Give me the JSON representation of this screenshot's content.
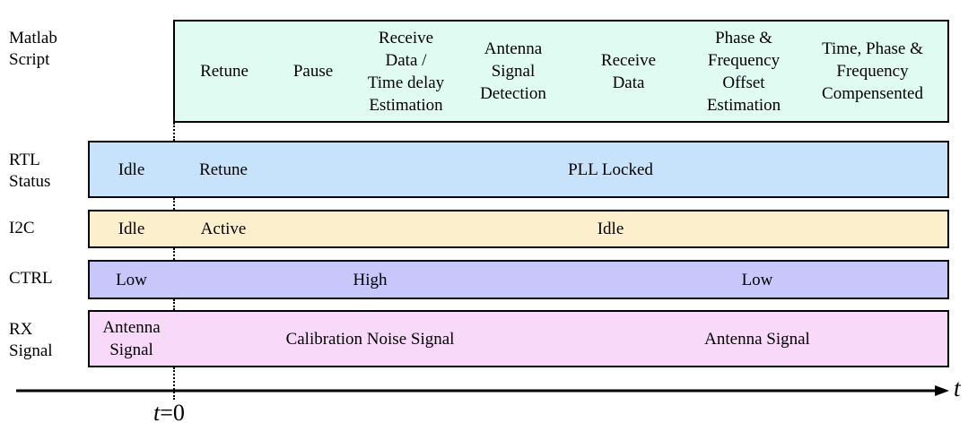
{
  "rows": {
    "matlab": {
      "label_line1": "Matlab",
      "label_line2": "Script"
    },
    "rtl": {
      "label_line1": "RTL",
      "label_line2": "Status"
    },
    "i2c": {
      "label": "I2C"
    },
    "ctrl": {
      "label": "CTRL"
    },
    "rx": {
      "label_line1": "RX",
      "label_line2": "Signal"
    }
  },
  "matlab_cells": [
    [
      "Retune"
    ],
    [
      "Pause"
    ],
    [
      "Receive",
      "Data /",
      "Time delay",
      "Estimation"
    ],
    [
      "Antenna",
      "Signal",
      "Detection"
    ],
    [
      "Receive",
      "Data"
    ],
    [
      "Phase &",
      "Frequency",
      "Offset",
      "Estimation"
    ],
    [
      "Time, Phase &",
      "Frequency",
      "Compensented"
    ]
  ],
  "rtl_cells": [
    "Idle",
    "Retune",
    "PLL Locked"
  ],
  "i2c_cells": [
    "Idle",
    "Active",
    "Idle"
  ],
  "ctrl_cells": [
    "Low",
    "High",
    "Low"
  ],
  "rx_cells": [
    [
      "Antenna",
      "Signal"
    ],
    [
      "Calibration Noise Signal"
    ],
    [
      "Antenna Signal"
    ]
  ],
  "axis": {
    "end_label": "t",
    "origin_var": "t",
    "origin_value": "=0"
  },
  "colors": {
    "matlab": "#e0fbf2",
    "rtl": "#c6e3fb",
    "i2c": "#fbefcc",
    "ctrl": "#c9c6fb",
    "rx": "#f9d9fa"
  }
}
